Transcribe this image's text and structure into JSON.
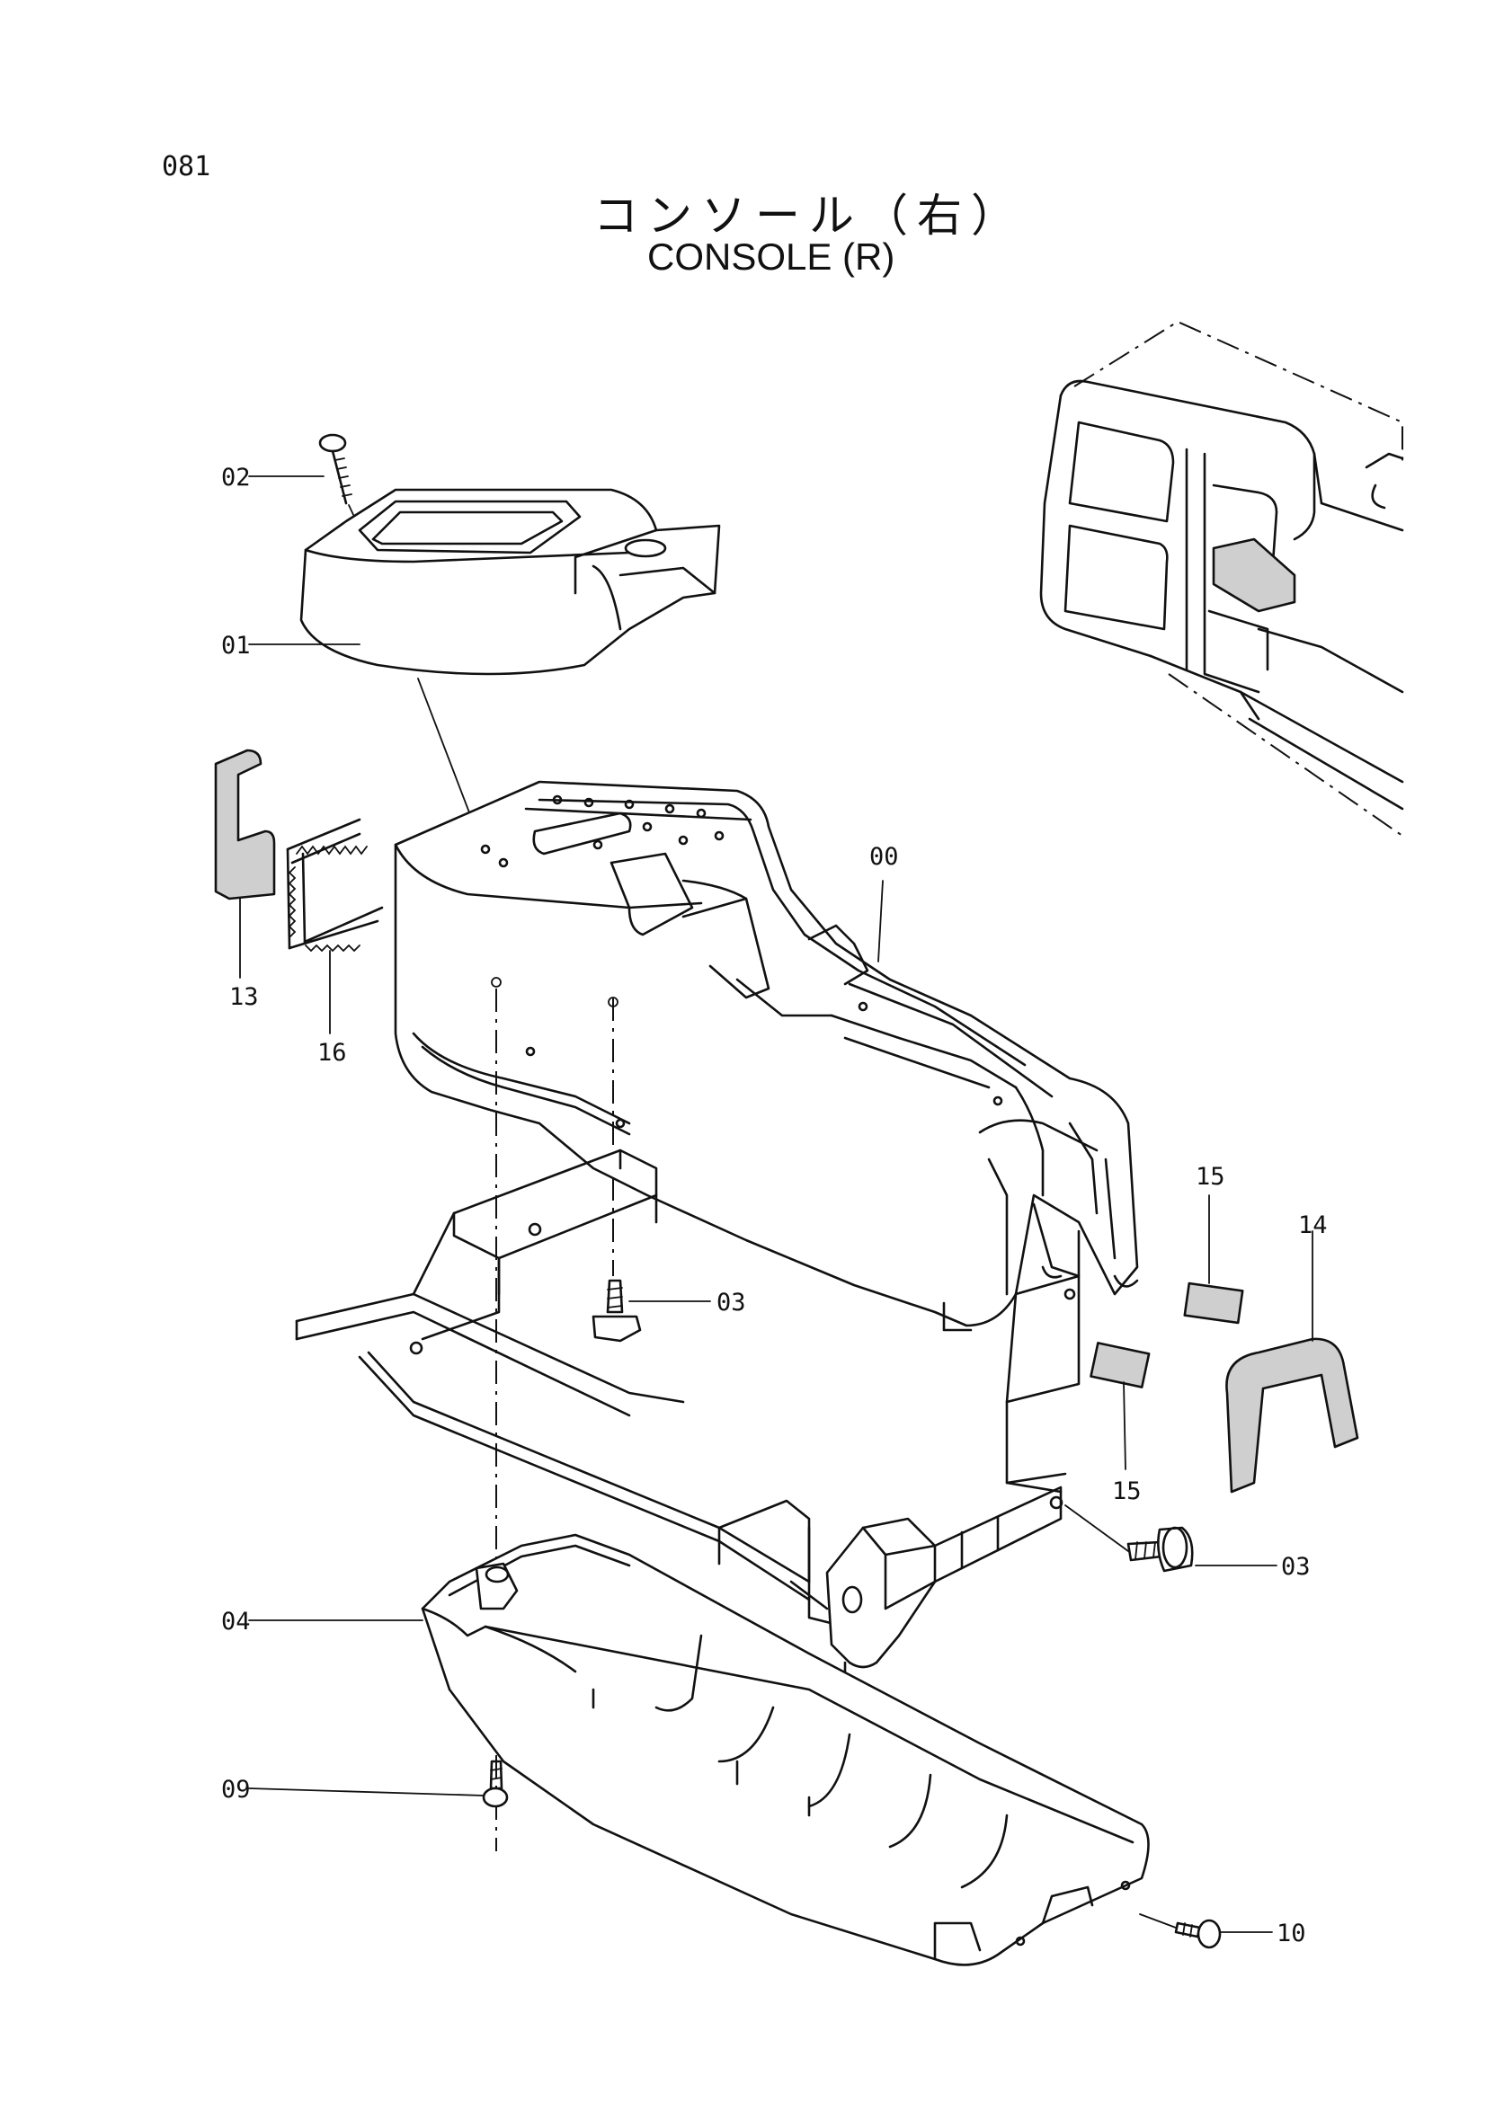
{
  "page_number": "081",
  "title_jp": "コンソール（右）",
  "title_en": "CONSOLE (R)",
  "part_labels": {
    "p00": "00",
    "p01": "01",
    "p02": "02",
    "p03a": "03",
    "p03b": "03",
    "p04": "04",
    "p09": "09",
    "p10": "10",
    "p13": "13",
    "p14": "14",
    "p15a": "15",
    "p15b": "15",
    "p16": "16"
  },
  "colors": {
    "line": "#111111",
    "paper": "#ffffff",
    "foam_fill": "#cfcfcf"
  }
}
